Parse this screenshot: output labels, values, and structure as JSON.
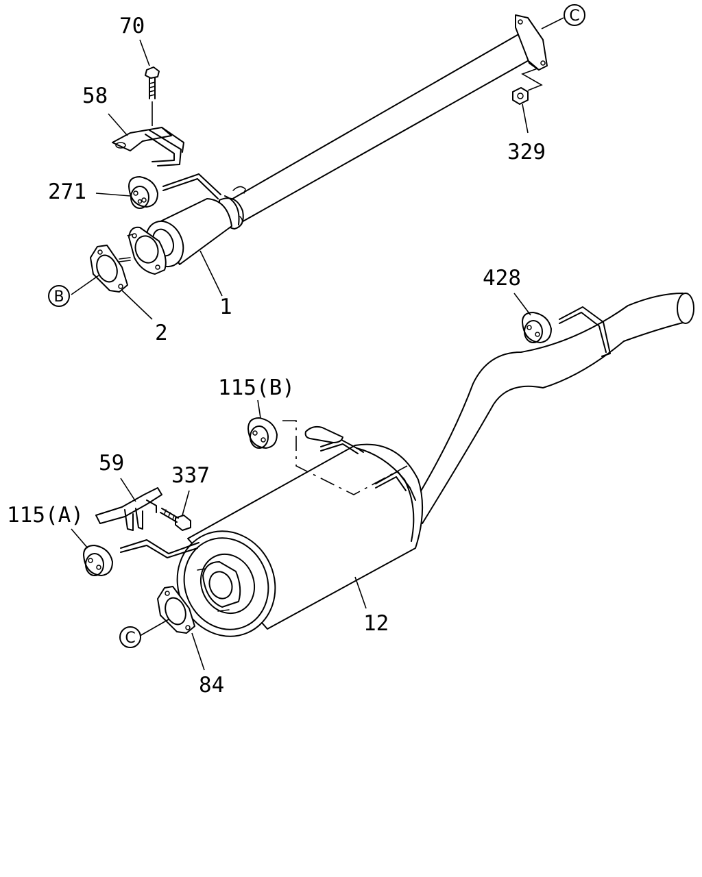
{
  "callouts": {
    "c70": "70",
    "c58": "58",
    "c271": "271",
    "c1": "1",
    "c2": "2",
    "c329": "329",
    "c428": "428",
    "c115b": "115(B)",
    "c59": "59",
    "c337": "337",
    "c115a": "115(A)",
    "c12": "12",
    "c84": "84"
  },
  "refs": {
    "b": "B",
    "c_top": "C",
    "c_bottom": "C"
  }
}
